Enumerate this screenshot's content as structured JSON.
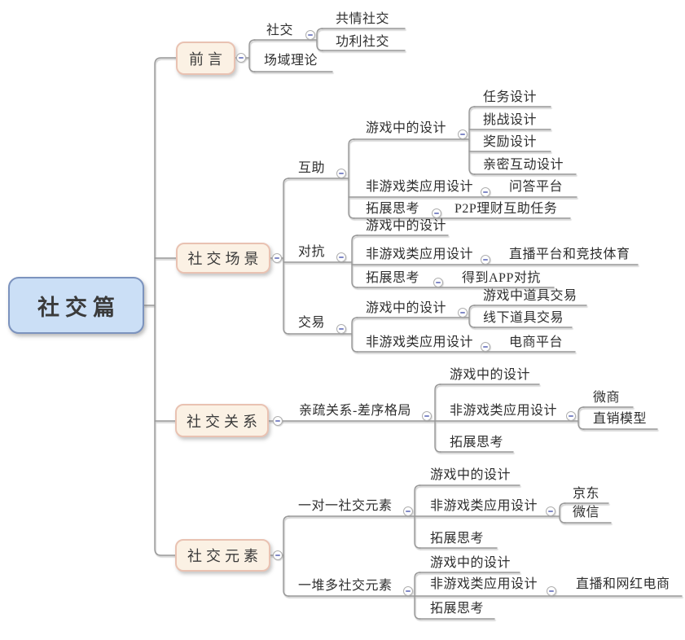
{
  "root": {
    "label": "社交篇"
  },
  "colors": {
    "root_fill": "#CBDFF6",
    "root_border": "#7C93BE",
    "branch_fill": "#FBF1E4",
    "branch_border": "#E9C2B2",
    "connector_line": "#999999",
    "collapse_minus": "#8189C7",
    "collapse_border": "#AEAEAE",
    "text": "#2E2E2E"
  },
  "branches": {
    "preface": {
      "label": "前言",
      "children": {
        "social": {
          "label": "社交",
          "children": {
            "empathy": {
              "label": "共情社交"
            },
            "utility": {
              "label": "功利社交"
            }
          }
        },
        "field_theory": {
          "label": "场域理论"
        }
      }
    },
    "scenes": {
      "label": "社交场景",
      "children": {
        "mutual_aid": {
          "label": "互助",
          "children": {
            "game_design": {
              "label": "游戏中的设计",
              "children": {
                "task": {
                  "label": "任务设计"
                },
                "challenge": {
                  "label": "挑战设计"
                },
                "reward": {
                  "label": "奖励设计"
                },
                "intimacy": {
                  "label": "亲密互动设计"
                }
              }
            },
            "non_game": {
              "label": "非游戏类应用设计",
              "children": {
                "qa_platform": {
                  "label": "问答平台"
                }
              }
            },
            "thinking": {
              "label": "拓展思考",
              "children": {
                "p2p": {
                  "label": "P2P理财互助任务"
                }
              }
            }
          }
        },
        "confrontation": {
          "label": "对抗",
          "children": {
            "game_design": {
              "label": "游戏中的设计"
            },
            "non_game": {
              "label": "非游戏类应用设计",
              "children": {
                "live_sports": {
                  "label": "直播平台和竞技体育"
                }
              }
            },
            "thinking": {
              "label": "拓展思考",
              "children": {
                "dedao": {
                  "label": "得到APP对抗"
                }
              }
            }
          }
        },
        "trade": {
          "label": "交易",
          "children": {
            "game_design": {
              "label": "游戏中的设计",
              "children": {
                "in_game": {
                  "label": "游戏中道具交易"
                },
                "offline": {
                  "label": "线下道具交易"
                }
              }
            },
            "non_game": {
              "label": "非游戏类应用设计",
              "children": {
                "ecommerce": {
                  "label": "电商平台"
                }
              }
            }
          }
        }
      }
    },
    "relations": {
      "label": "社交关系",
      "children": {
        "pattern": {
          "label": "亲疏关系-差序格局",
          "children": {
            "game_design": {
              "label": "游戏中的设计"
            },
            "non_game": {
              "label": "非游戏类应用设计",
              "children": {
                "wechat_biz": {
                  "label": "微商"
                },
                "direct_sales": {
                  "label": "直销模型"
                }
              }
            },
            "thinking": {
              "label": "拓展思考"
            }
          }
        }
      }
    },
    "elements": {
      "label": "社交元素",
      "children": {
        "one_to_one": {
          "label": "一对一社交元素",
          "children": {
            "game_design": {
              "label": "游戏中的设计"
            },
            "non_game": {
              "label": "非游戏类应用设计",
              "children": {
                "jd": {
                  "label": "京东"
                },
                "wechat": {
                  "label": "微信"
                }
              }
            },
            "thinking": {
              "label": "拓展思考"
            }
          }
        },
        "one_to_many": {
          "label": "一堆多社交元素",
          "children": {
            "game_design": {
              "label": "游戏中的设计"
            },
            "non_game": {
              "label": "非游戏类应用设计",
              "children": {
                "live_ecom": {
                  "label": "直播和网红电商"
                }
              }
            },
            "thinking": {
              "label": "拓展思考"
            }
          }
        }
      }
    }
  }
}
